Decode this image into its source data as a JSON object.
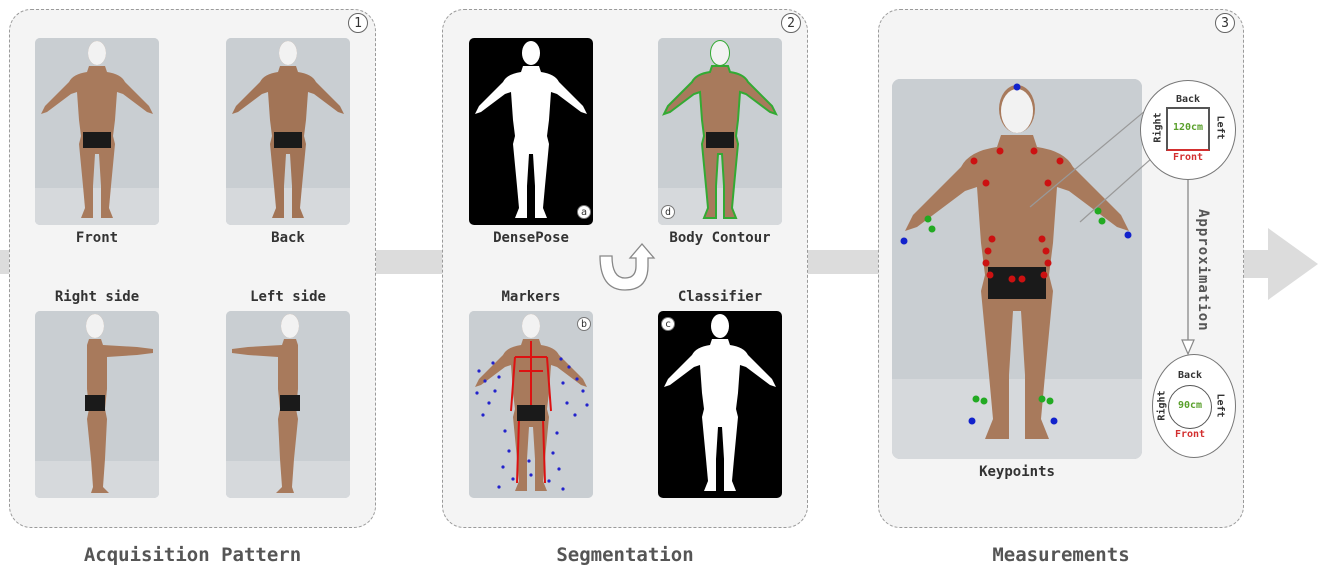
{
  "sections": [
    {
      "number": "1",
      "title": "Acquisition Pattern"
    },
    {
      "number": "2",
      "title": "Segmentation"
    },
    {
      "number": "3",
      "title": "Measurements"
    }
  ],
  "acquisition": {
    "front": "Front",
    "back": "Back",
    "right_side": "Right side",
    "left_side": "Left side"
  },
  "segmentation": {
    "densepose": "DensePose",
    "densepose_tag": "a",
    "markers": "Markers",
    "markers_tag": "b",
    "classifier": "Classifier",
    "classifier_tag": "c",
    "body_contour": "Body Contour",
    "body_contour_tag": "d"
  },
  "measurements": {
    "keypoints": "Keypoints",
    "approximation": "Approximation",
    "upper_ellipse": {
      "back": "Back",
      "front": "Front",
      "right": "Right",
      "left": "Left",
      "value": "120cm"
    },
    "lower_ellipse": {
      "back": "Back",
      "front": "Front",
      "right": "Right",
      "left": "Left",
      "value": "90cm"
    }
  },
  "colors": {
    "panel_bg": "#f4f4f4",
    "flow_arrow": "#dcdcdc",
    "front_label": "#d32f2f",
    "value_label": "#5aa02c",
    "keypoint_red": "#cc1111",
    "keypoint_green": "#22aa22",
    "keypoint_blue": "#1122cc"
  }
}
